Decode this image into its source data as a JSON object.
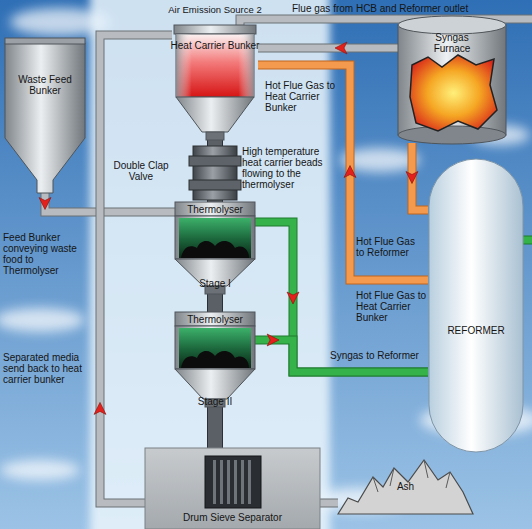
{
  "diagram": {
    "nodes": [
      {
        "text": [
          "Waste Feed Bunker"
        ]
      },
      {
        "text": [
          "Air Emission Source 2",
          "Heat Carrier Bunker"
        ]
      },
      {
        "text": [
          "Syngas Furnace"
        ]
      },
      {
        "text": [
          "Double Clap Valve"
        ]
      },
      {
        "text": [
          "Thermolyser",
          "Stage I"
        ]
      },
      {
        "text": [
          "REFORMER"
        ]
      },
      {
        "text": [
          "Thermolyser",
          "Stage II"
        ]
      },
      {
        "text": [
          "Drum Sieve Separator"
        ]
      },
      {
        "text": [
          "Ash"
        ]
      }
    ],
    "edges": [
      {
        "from": 0,
        "to": 4,
        "arrow": "to"
      },
      {
        "from": 1,
        "to": 3,
        "arrow": "none"
      },
      {
        "from": 3,
        "to": 4,
        "arrow": "none"
      },
      {
        "from": 4,
        "to": 6,
        "arrow": "none"
      },
      {
        "from": 4,
        "to": 5,
        "arrow": "to"
      },
      {
        "from": 6,
        "to": 5,
        "arrow": "to"
      },
      {
        "from": 6,
        "to": 7,
        "arrow": "none"
      },
      {
        "from": 7,
        "to": 1,
        "arrow": "to"
      },
      {
        "from": 7,
        "to": 8,
        "arrow": "none"
      },
      {
        "from": 2,
        "to": 1,
        "arrow": "to"
      },
      {
        "from": 5,
        "to": 1,
        "arrow": "to"
      },
      {
        "from": 2,
        "to": 5,
        "arrow": "to"
      }
    ],
    "labels": [
      "Flue gas from HCB and Reformer outlet",
      "Hot Flue Gas to Heat Carrier Bunker",
      "High temperature heat carrier beads flowing to the thermolyser",
      "Feed Bunker conveying waste food to Thermolyser",
      "Hot Flue Gas to Reformer",
      "Hot Flue Gas to Heat Carrier Bunker",
      "Syngas to Reformer",
      "Separated media send back to heat carrier bunker"
    ]
  }
}
